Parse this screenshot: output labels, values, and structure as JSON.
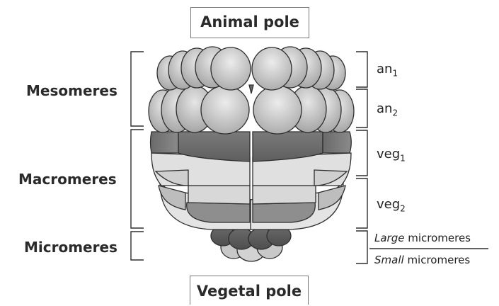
{
  "poles": {
    "animal": "Animal pole",
    "vegetal": "Vegetal pole"
  },
  "left_labels": {
    "mesomeres": "Mesomeres",
    "macromeres": "Macromeres",
    "micromeres": "Micromeres"
  },
  "right_labels": {
    "an1": {
      "base": "an",
      "sub": "1"
    },
    "an2": {
      "base": "an",
      "sub": "2"
    },
    "veg1": {
      "base": "veg",
      "sub": "1"
    },
    "veg2": {
      "base": "veg",
      "sub": "2"
    }
  },
  "micromere_labels": {
    "large_italic": "Large",
    "large_rest": " micromeres",
    "small_italic": "Small",
    "small_rest": " micromeres"
  },
  "colors": {
    "cell_light": "#c9c9c9",
    "cell_lightest": "#e2e2e2",
    "cell_mid": "#a8a8a8",
    "cell_dark": "#6e6e6e",
    "outline": "#2e2e2e"
  }
}
